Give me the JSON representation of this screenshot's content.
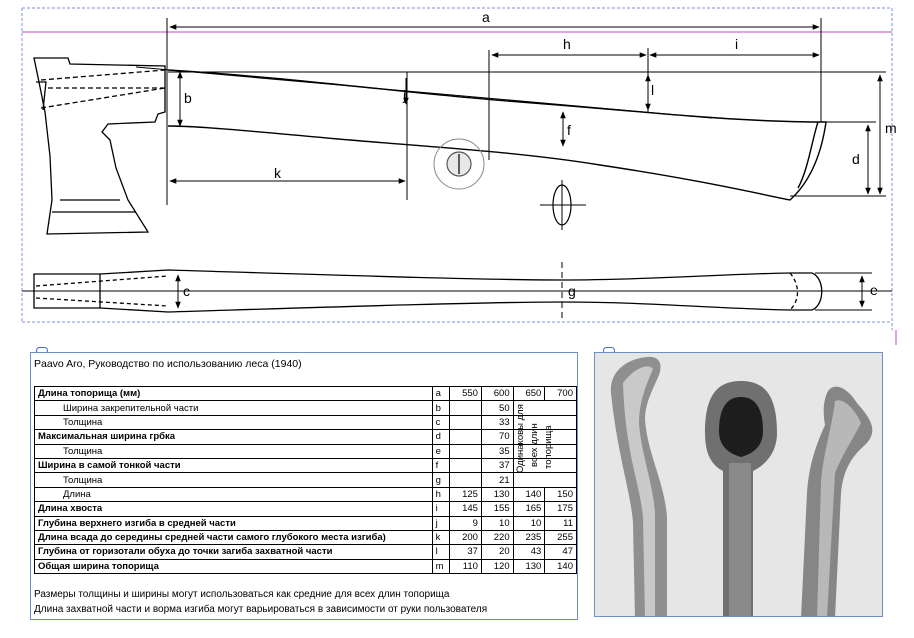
{
  "dimensions": {
    "a": "a",
    "b": "b",
    "c": "c",
    "d": "d",
    "e": "e",
    "f": "f",
    "g": "g",
    "h": "h",
    "i": "i",
    "j": "j",
    "k": "k",
    "l": "l",
    "m": "m"
  },
  "table": {
    "source": "Paavo Aro, Руководство по использованию леса (1940)",
    "header": {
      "label": "Длина топорища (мм)",
      "letter": "a",
      "cols": [
        "550",
        "600",
        "650",
        "700"
      ]
    },
    "rows": [
      {
        "label": "Ширина закрепительной части",
        "letter": "b",
        "v600": "50"
      },
      {
        "label": "Толщина",
        "letter": "c",
        "v600": "33"
      },
      {
        "label": "Максимальная ширина грбка",
        "letter": "d",
        "v600": "70"
      },
      {
        "label": "Толщина",
        "letter": "e",
        "v600": "35"
      },
      {
        "label": "Ширина в самой тонкой части",
        "letter": "f",
        "v600": "37"
      },
      {
        "label": "Толщина",
        "letter": "g",
        "v600": "21"
      },
      {
        "label": "Длина",
        "letter": "h",
        "values": [
          "125",
          "130",
          "140",
          "150"
        ]
      },
      {
        "label": "Длина хвоста",
        "letter": "i",
        "values": [
          "145",
          "155",
          "165",
          "175"
        ]
      },
      {
        "label": "Глубина верхнего изгиба в средней части",
        "letter": "j",
        "values": [
          "9",
          "10",
          "10",
          "11"
        ]
      },
      {
        "label": "Длина всада до середины средней части самого глубокого места изгиба)",
        "letter": "k",
        "values": [
          "200",
          "220",
          "235",
          "255"
        ]
      },
      {
        "label": "Глубина от горизотали обуха до точки загиба захватной части",
        "letter": "l",
        "values": [
          "37",
          "20",
          "43",
          "47"
        ]
      },
      {
        "label": "Общая ширина топорища",
        "letter": "m",
        "values": [
          "110",
          "120",
          "130",
          "140"
        ]
      }
    ],
    "same_note_lines": [
      "Одинаковы для",
      "всех длин",
      "топорища"
    ],
    "notes": [
      "Размеры толщины и ширины могут использоваться как средние  для  всех длин топорища",
      "Длина захватной части и ворма изгиба могут варьироваться в зависимости от руки пользователя"
    ]
  },
  "colors": {
    "dim_line": "#000000",
    "guide_blue": "#7f8fd6",
    "guide_magenta": "#c04ac8",
    "frame_border": "#6f8fc8",
    "photo_bg": "#e9e9e9"
  }
}
